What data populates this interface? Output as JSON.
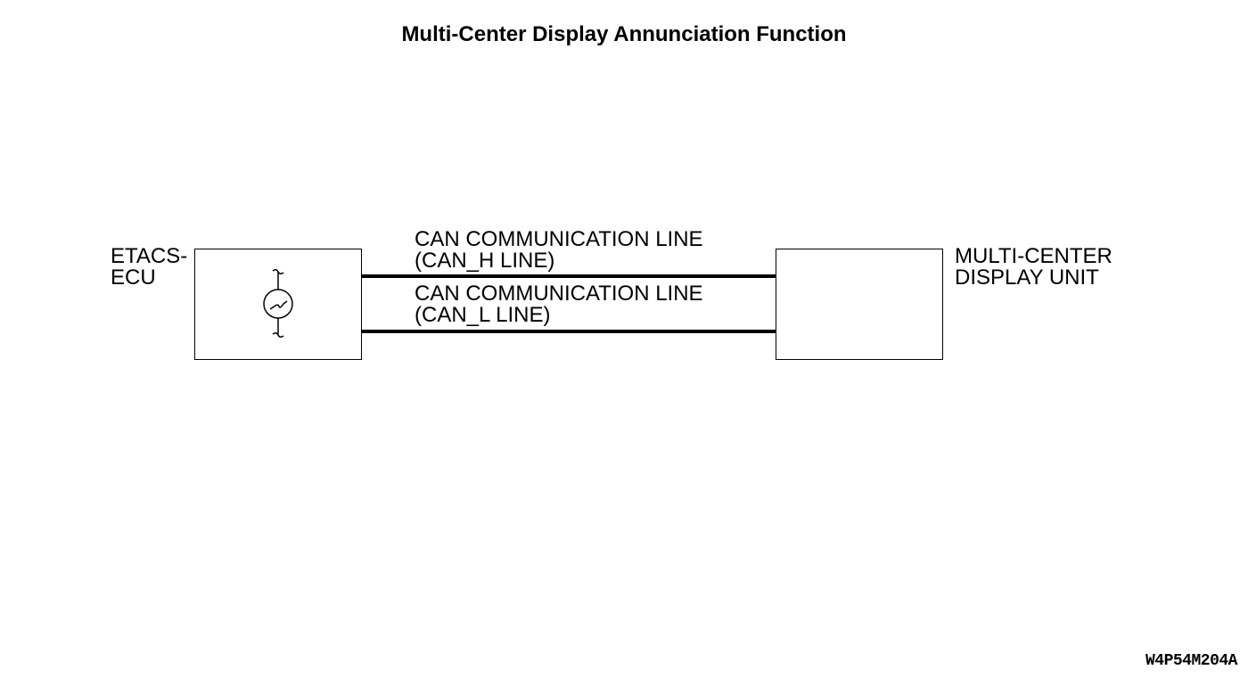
{
  "title": "Multi-Center Display Annunciation Function",
  "components": {
    "left_unit": {
      "label_line1": "ETACS-",
      "label_line2": "ECU",
      "icon": "switch-icon"
    },
    "right_unit": {
      "label_line1": "MULTI-CENTER",
      "label_line2": "DISPLAY UNIT"
    }
  },
  "lines": {
    "can_h": {
      "label_line1": "CAN COMMUNICATION LINE",
      "label_line2": "(CAN_H LINE)"
    },
    "can_l": {
      "label_line1": "CAN COMMUNICATION LINE",
      "label_line2": "(CAN_L LINE)"
    }
  },
  "figure_code": "W4P54M204A",
  "colors": {
    "ink": "#000000",
    "background": "#ffffff"
  }
}
